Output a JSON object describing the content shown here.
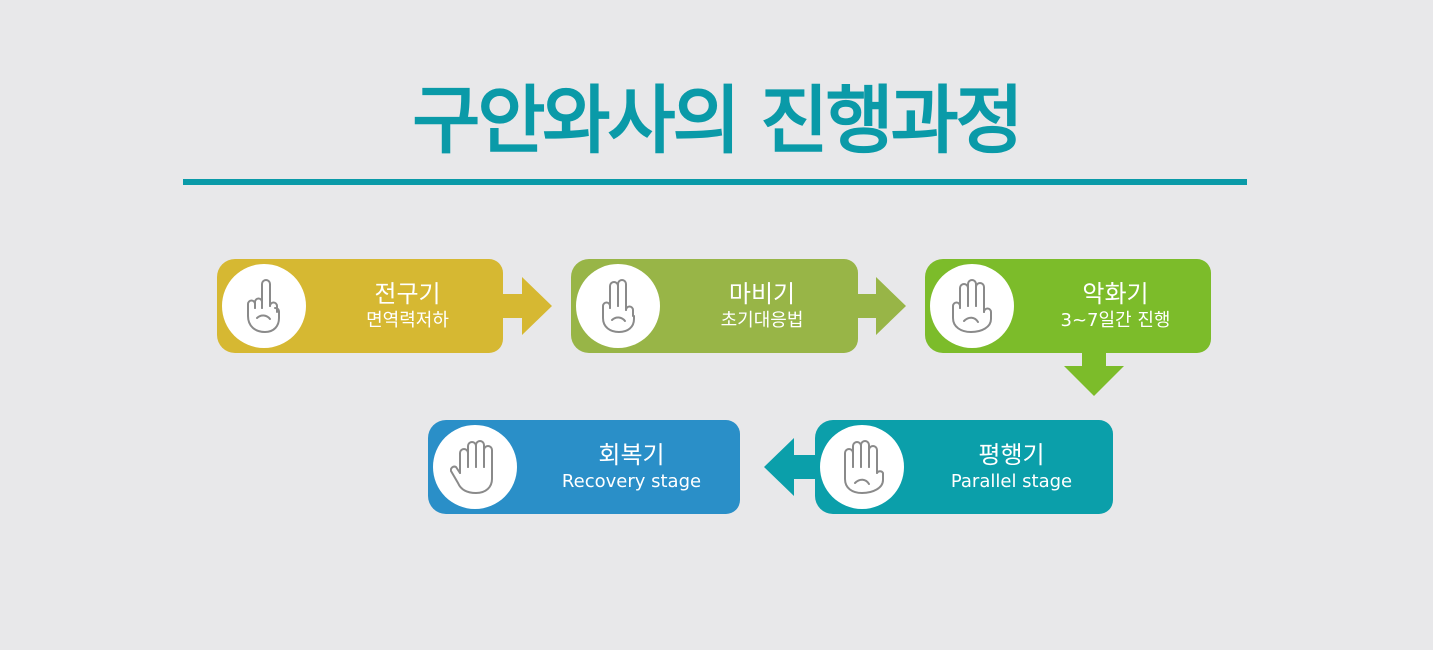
{
  "title": "구안와사의 진행과정",
  "colors": {
    "title": "#0a9aa8",
    "background": "#e8e8ea"
  },
  "stages": [
    {
      "name": "전구기",
      "desc": "면역력저하",
      "color": "#d6b832",
      "icon": "one-finger-hand-icon"
    },
    {
      "name": "마비기",
      "desc": "초기대응법",
      "color": "#98b547",
      "icon": "two-finger-hand-icon"
    },
    {
      "name": "악화기",
      "desc": "3~7일간 진행",
      "color": "#7cbc2a",
      "icon": "three-finger-hand-icon"
    },
    {
      "name": "평행기",
      "desc": "Parallel stage",
      "color": "#0b9faa",
      "icon": "four-finger-hand-icon"
    },
    {
      "name": "회복기",
      "desc": "Recovery stage",
      "color": "#2a8fc8",
      "icon": "open-hand-icon"
    }
  ]
}
